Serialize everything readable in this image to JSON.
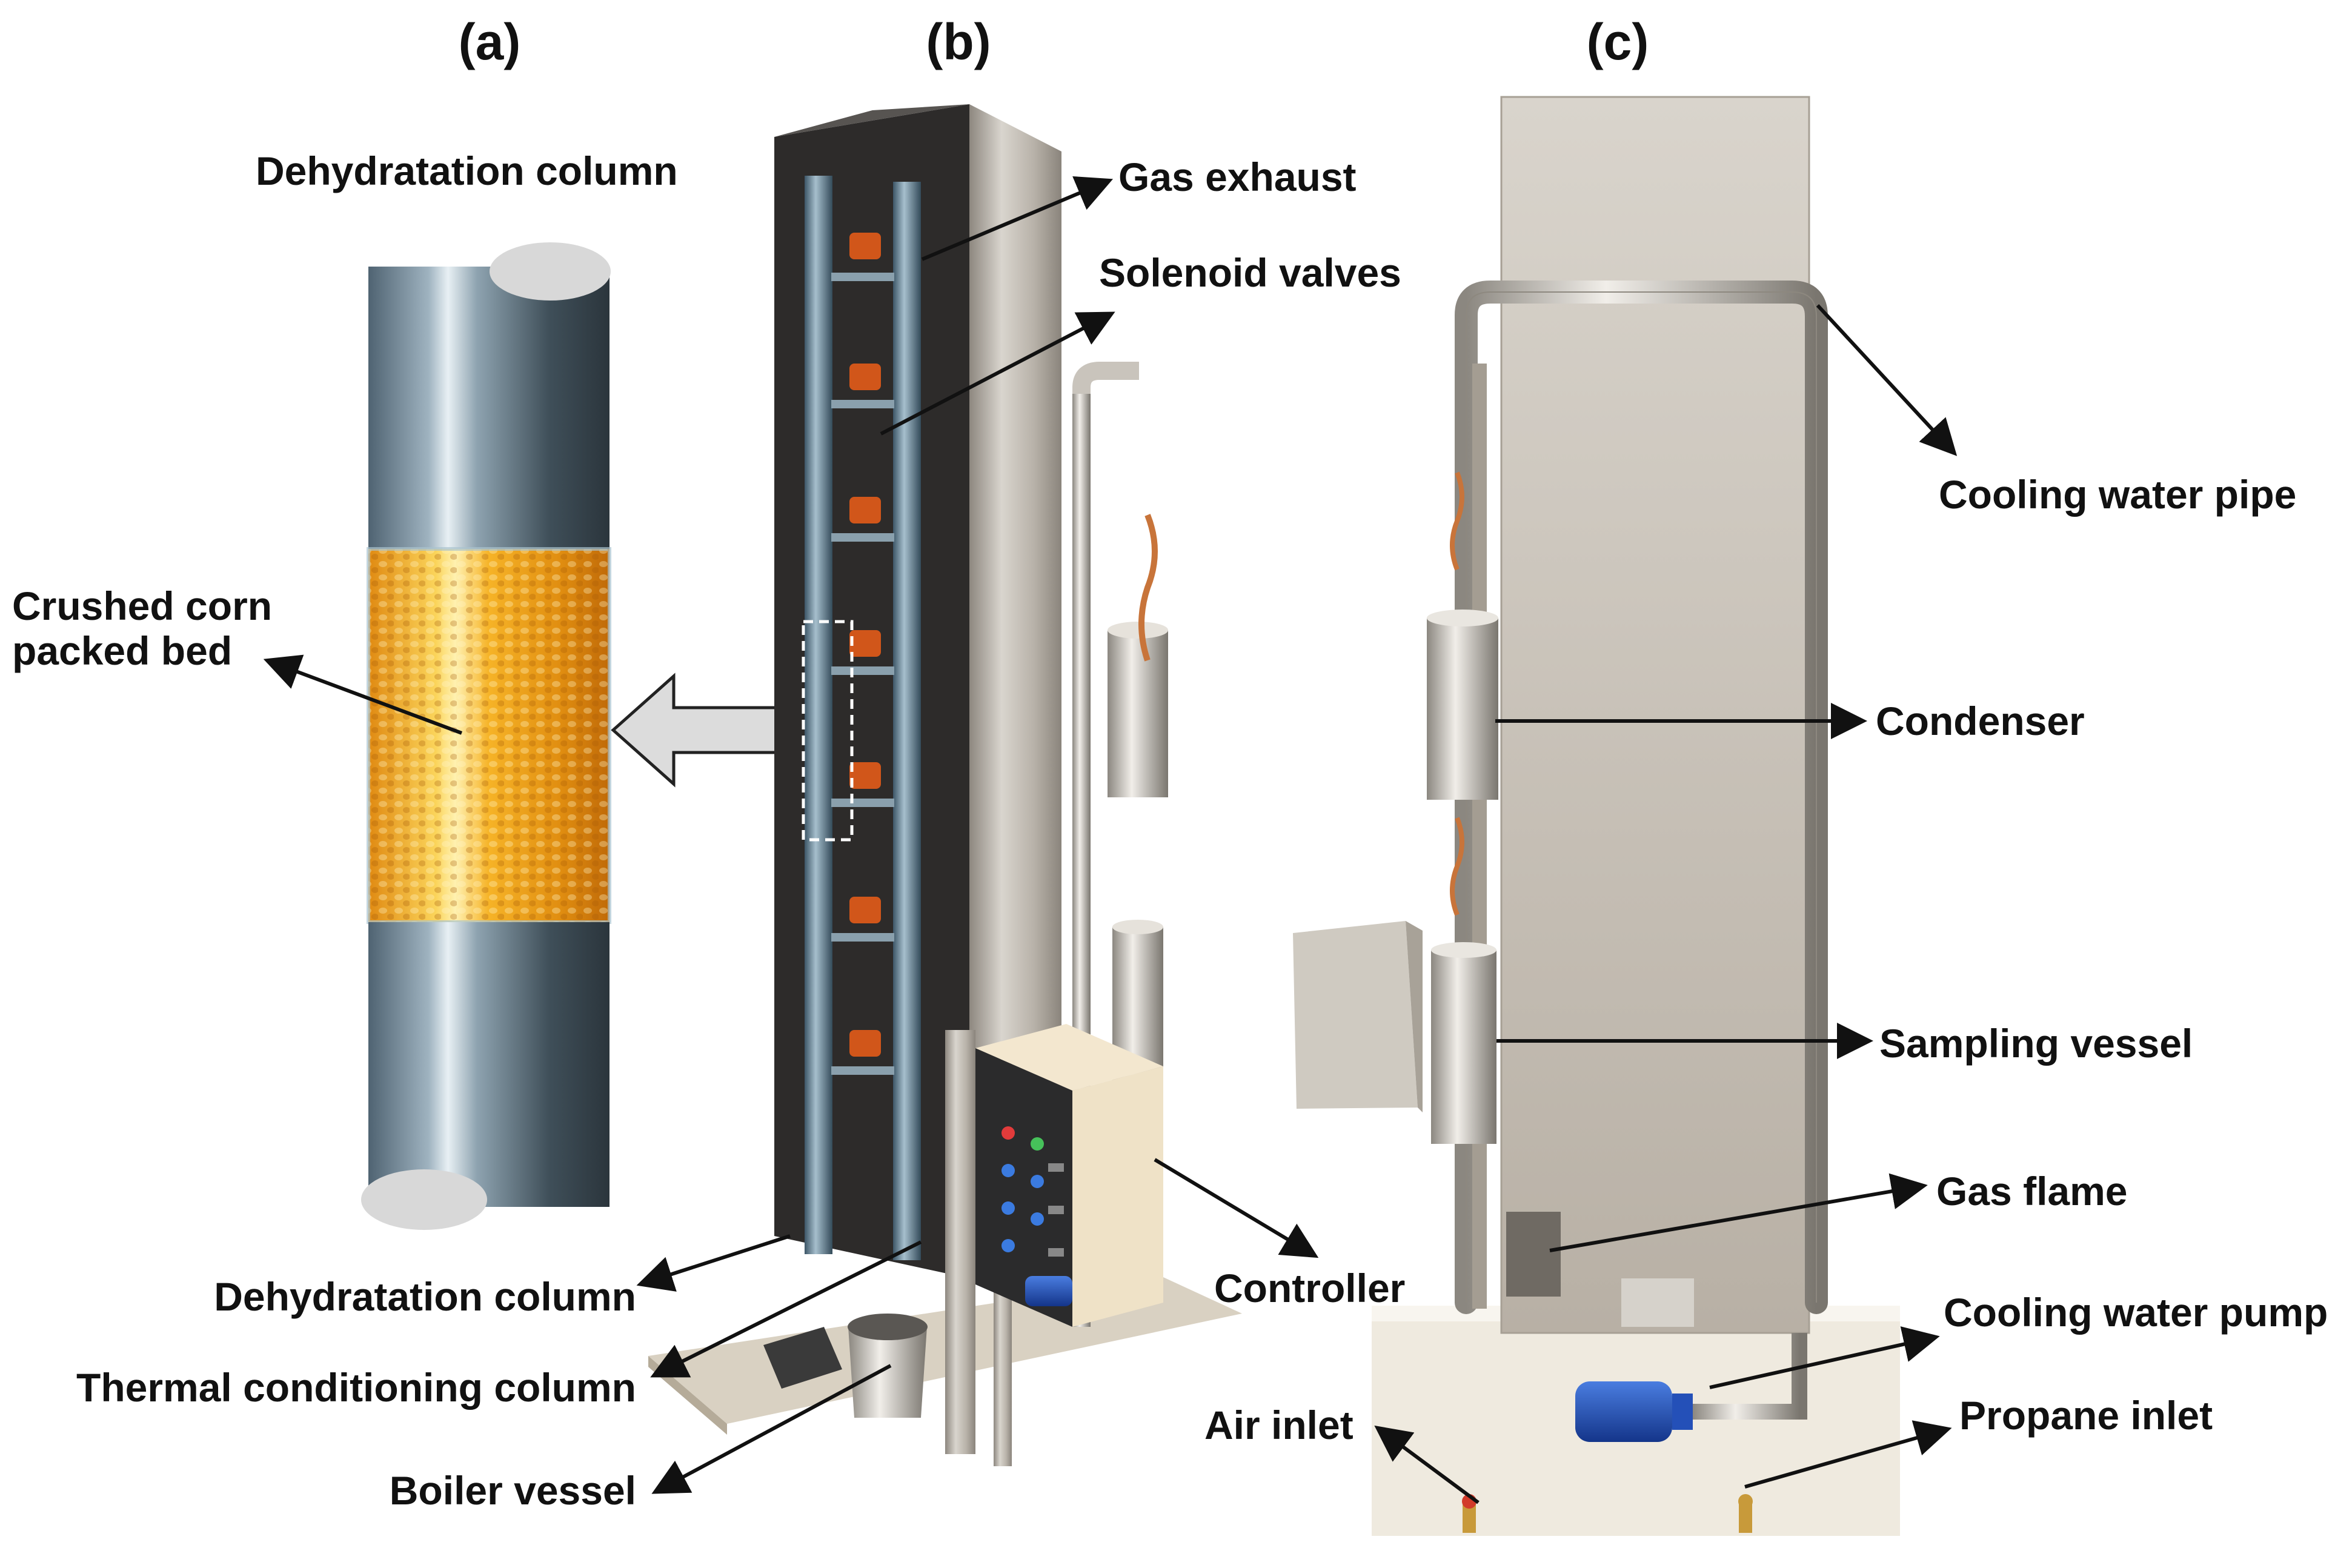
{
  "panels": {
    "a": {
      "label": "(a)"
    },
    "b": {
      "label": "(b)"
    },
    "c": {
      "label": "(c)"
    }
  },
  "labels": {
    "a_title": "Dehydratation column",
    "a_bed": "Crushed corn\npacked bed",
    "gas_exhaust": "Gas exhaust",
    "solenoid_valves": "Solenoid valves",
    "controller": "Controller",
    "dehydration_column": "Dehydratation column",
    "thermal_column": "Thermal conditioning column",
    "boiler_vessel": "Boiler vessel",
    "cooling_water_pipe": "Cooling water pipe",
    "condenser": "Condenser",
    "sampling_vessel": "Sampling vessel",
    "gas_flame": "Gas flame",
    "cooling_water_pump": "Cooling water pump",
    "air_inlet": "Air inlet",
    "propane_inlet": "Propane inlet"
  },
  "colors": {
    "steel_light": "#e6e3dd",
    "steel_mid": "#b9b3aa",
    "steel_dark": "#6f6a63",
    "panel_dark": "#2d2b2a",
    "valve_orange": "#d1561a",
    "corn_gold": "#f2a81c",
    "pipe_blue": "#5f7f94",
    "pump_blue": "#1f4fb4",
    "base_cream": "#efeadf",
    "brass": "#c89a3a"
  }
}
